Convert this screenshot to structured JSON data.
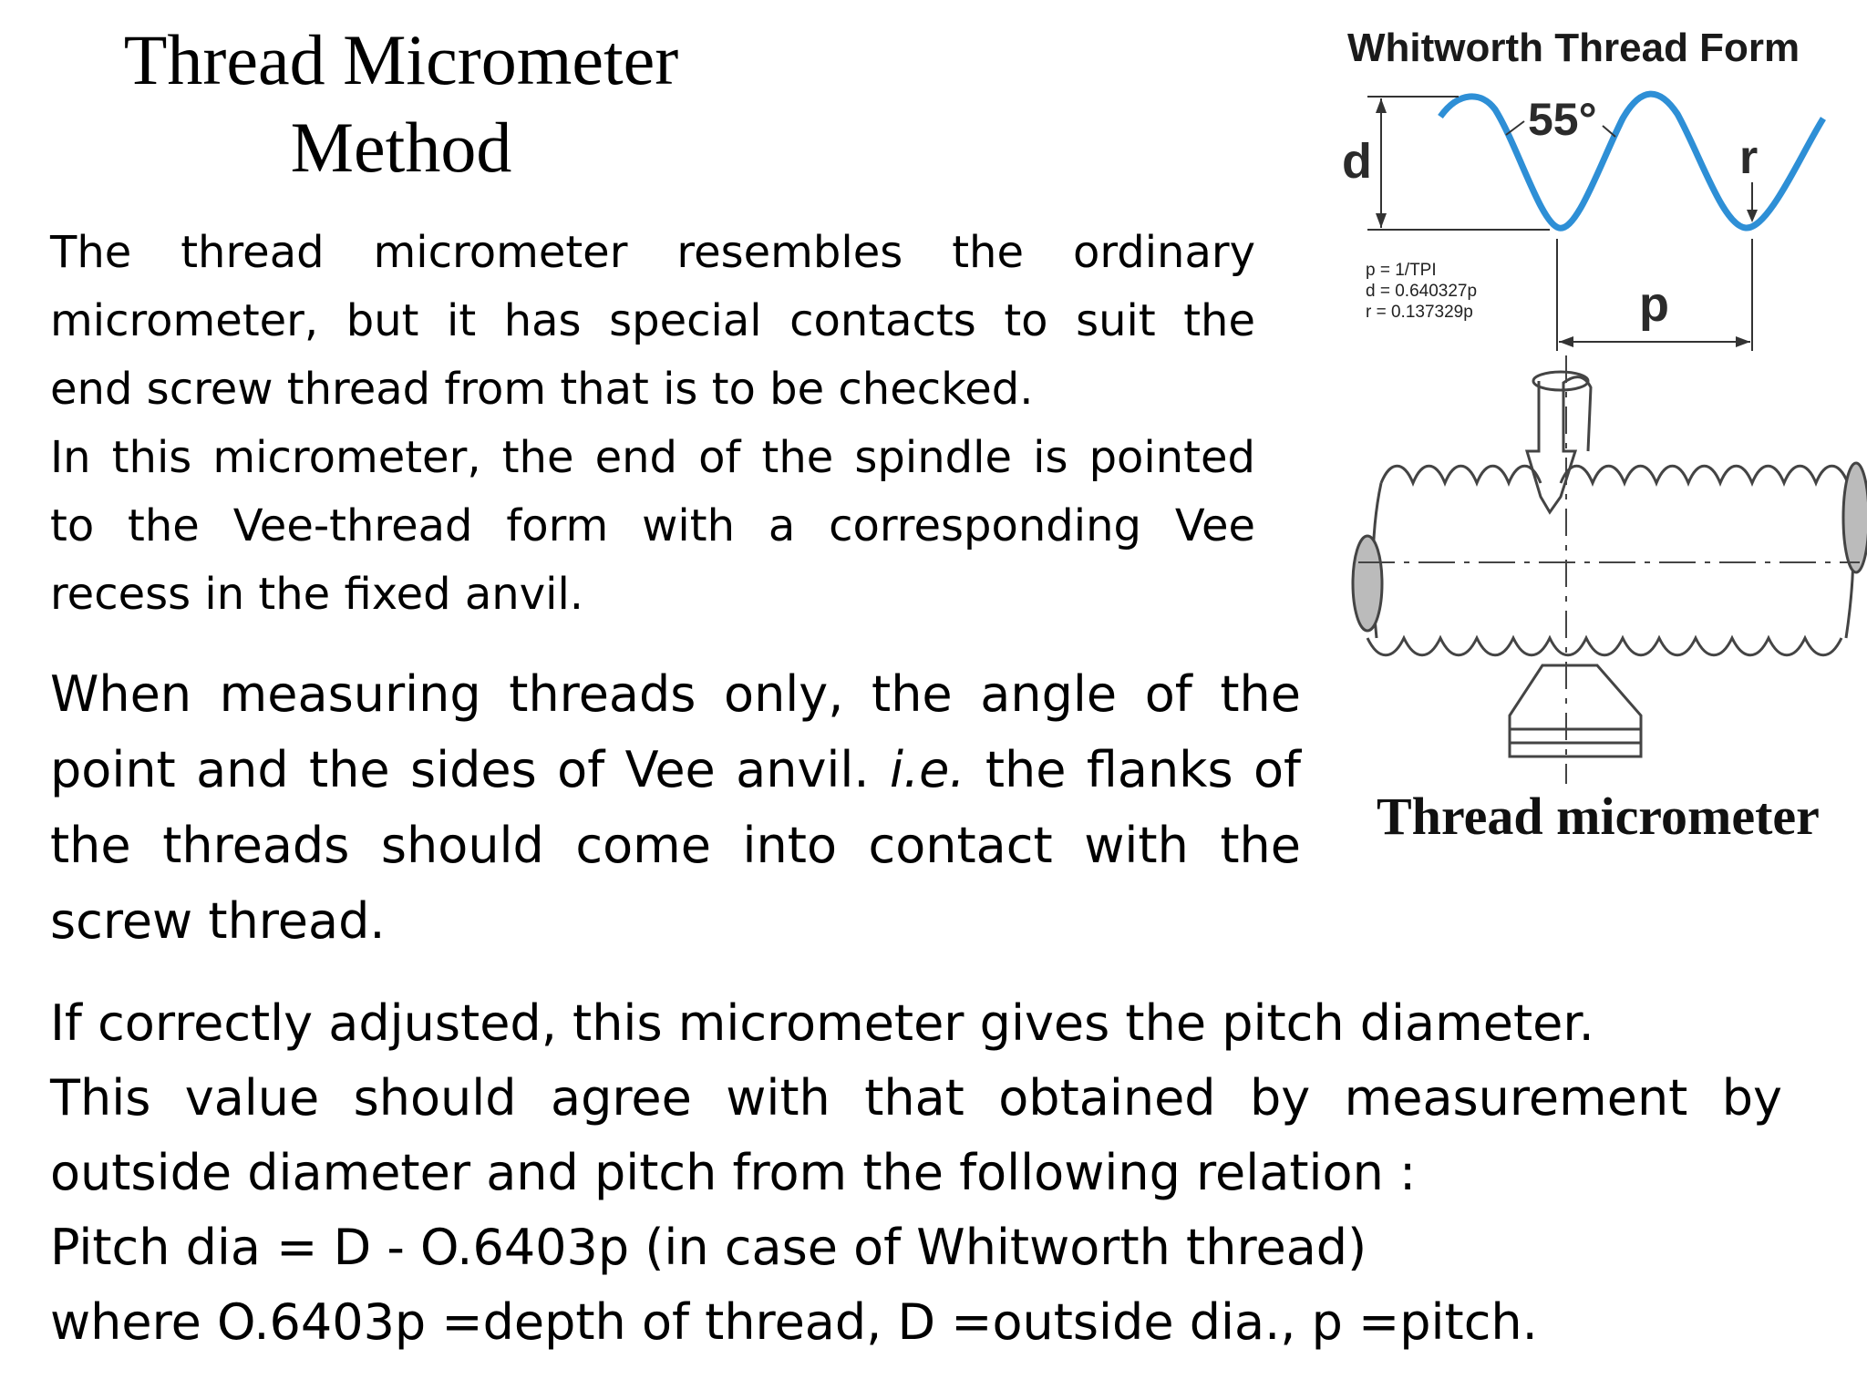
{
  "page": {
    "title_line1": "Thread Micrometer",
    "title_line2": "Method"
  },
  "body": {
    "para1": [
      "The thread micrometer resembles the ordinary",
      "micrometer, but it has special contacts to suit the",
      "end screw thread from that is to be checked.",
      "In this micrometer, the end of the spindle is pointed",
      "to the Vee-thread form with a corresponding Vee",
      "recess in the fixed anvil."
    ],
    "para2": {
      "line1": "When measuring threads only, the angle of the",
      "line2_a": "point and the sides of Vee anvil. ",
      "line2_ie": "i.e.",
      "line2_b": " the flanks of",
      "line3": "the threads should come into contact with the",
      "line4": "screw thread."
    },
    "para3": [
      "If correctly adjusted, this micrometer gives the pitch diameter.",
      "This value should agree with that obtained by measurement by",
      "outside diameter and pitch from the following relation :",
      "Pitch dia = D - O.6403p (in case of Whitworth thread)",
      "where O.6403p =depth of thread, D =outside dia., p =pitch."
    ]
  },
  "figure": {
    "title": "Whitworth Thread Form",
    "angle_label": "55°",
    "depth_label": "d",
    "radius_label": "r",
    "pitch_label": "p",
    "formulas": [
      "p = 1/TPI",
      "d = 0.640327p",
      "r = 0.137329p"
    ],
    "caption": "Thread micrometer",
    "colors": {
      "thread_line": "#2e8fd6",
      "dimension_line": "#333333",
      "drawing": "#444444"
    }
  }
}
